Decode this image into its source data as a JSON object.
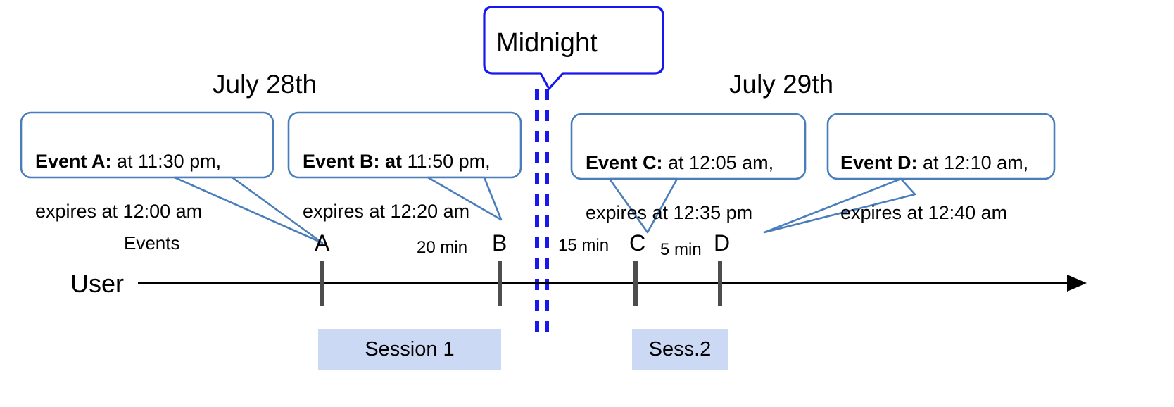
{
  "diagram": {
    "title_left": "July 28th",
    "title_right": "July 29th",
    "midnight_label": "Midnight",
    "axis_label": "User",
    "events_row_label": "Events",
    "accent_blue": "#4a7ebb",
    "midnight_blue": "#1818ee",
    "session_fill": "#ccd9f4",
    "tick_color": "#4d4d4d",
    "axis_color": "#000000"
  },
  "callouts": [
    {
      "id": "event-a",
      "bold": "Event A:",
      "rest": " at 11:30 pm,",
      "line2": "expires at 12:00 am"
    },
    {
      "id": "event-b",
      "bold": "Event B: at",
      "rest": " 11:50 pm,",
      "line2": "expires at 12:20 am"
    },
    {
      "id": "event-c",
      "bold": "Event C:",
      "rest": " at 12:05 am,",
      "line2": "expires at 12:35 pm"
    },
    {
      "id": "event-d",
      "bold": "Event D:",
      "rest": "  at 12:10 am,",
      "line2": "expires at 12:40 am"
    }
  ],
  "ticks": [
    {
      "id": "tick-a",
      "label": "A"
    },
    {
      "id": "tick-b",
      "label": "B"
    },
    {
      "id": "tick-c",
      "label": "C"
    },
    {
      "id": "tick-d",
      "label": "D"
    }
  ],
  "gaps": [
    {
      "id": "gap-ab",
      "label": "20 min"
    },
    {
      "id": "gap-bc",
      "label": "15 min"
    },
    {
      "id": "gap-cd",
      "label": "5 min"
    }
  ],
  "sessions": [
    {
      "id": "session-1",
      "label": "Session 1"
    },
    {
      "id": "session-2",
      "label": "Sess.2"
    }
  ]
}
